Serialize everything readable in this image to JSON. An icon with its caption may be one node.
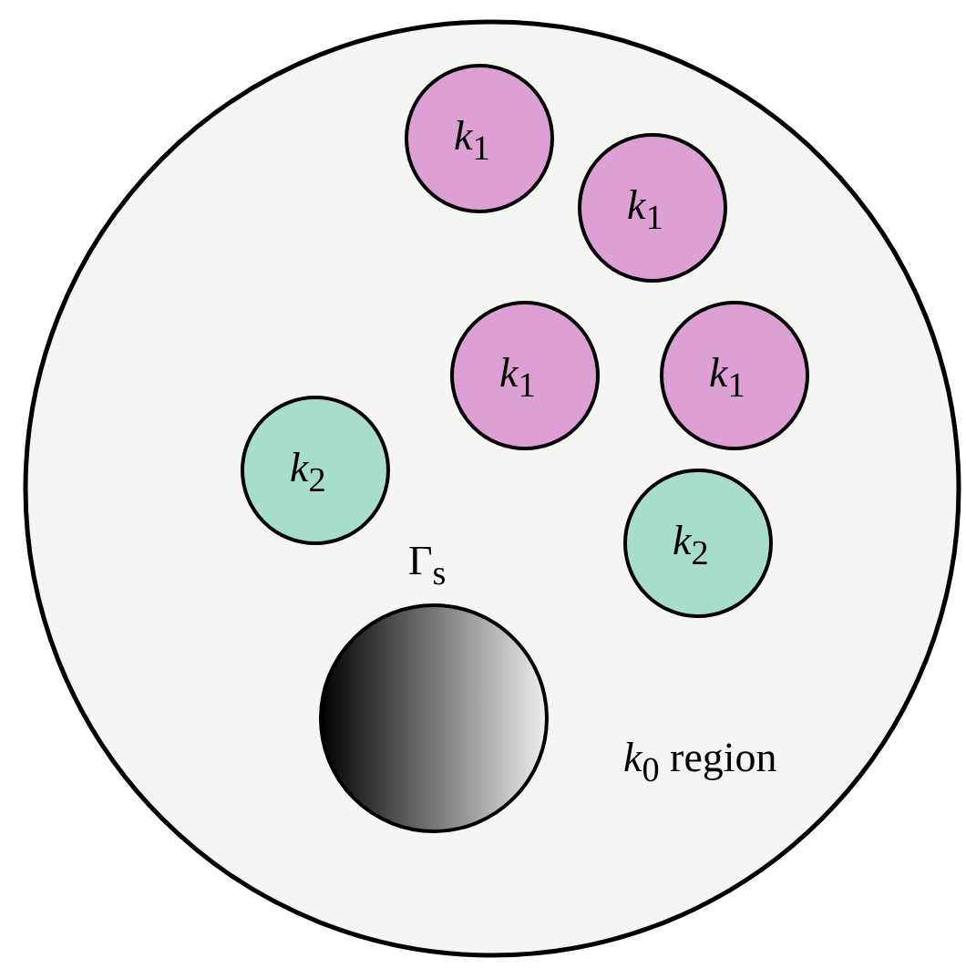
{
  "diagram": {
    "nodes": [
      {
        "text": [
          "*k*$_{0}$ region"
        ]
      },
      {
        "text": [
          "*k*$_{1}$"
        ],
        "in": 0
      },
      {
        "text": [
          "*k*$_{1}$"
        ],
        "in": 0
      },
      {
        "text": [
          "*k*$_{1}$"
        ],
        "in": 0
      },
      {
        "text": [
          "*k*$_{1}$"
        ],
        "in": 0
      },
      {
        "text": [
          "*k*$_{2}$"
        ],
        "in": 0
      },
      {
        "text": [
          "*k*$_{2}$"
        ],
        "in": 0
      },
      {
        "text": [
          "Γ$_{s}$"
        ],
        "in": 0
      }
    ]
  }
}
